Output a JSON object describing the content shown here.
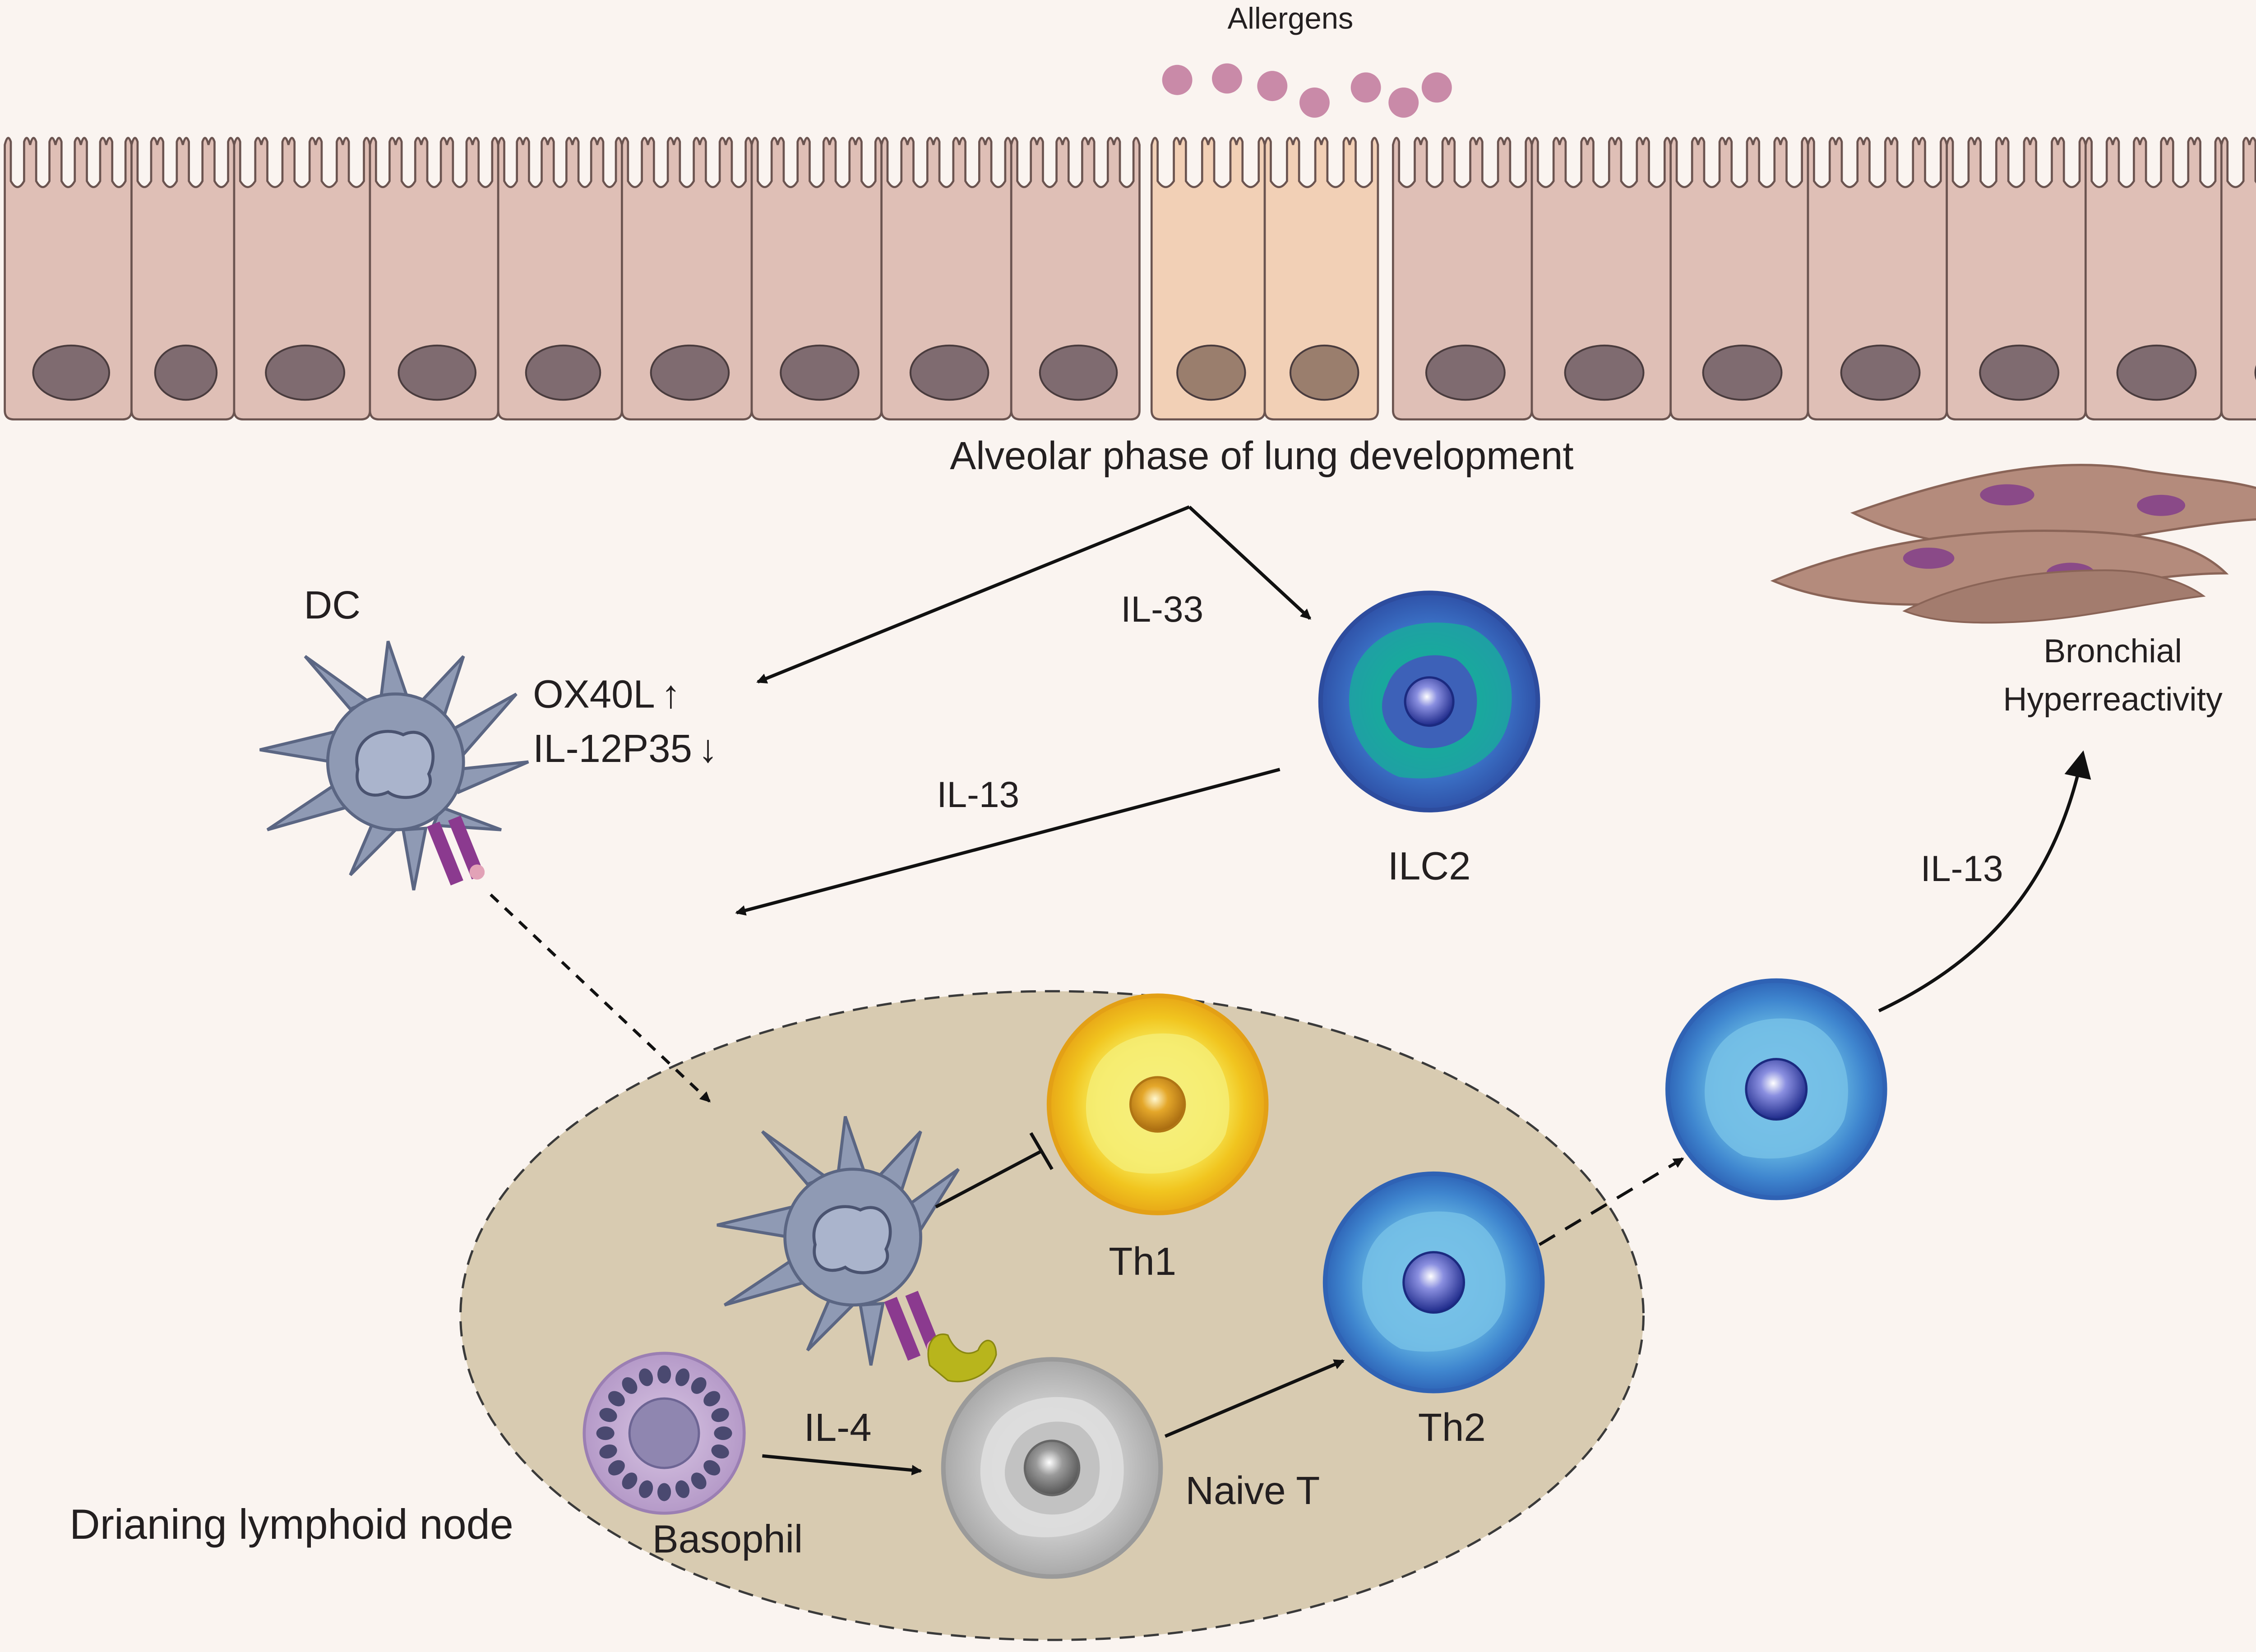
{
  "labels": {
    "allergens": "Allergens",
    "alveolar_phase": "Alveolar phase of lung development",
    "dc": "DC",
    "ox40l": "OX40L",
    "il12p35": "IL-12P35",
    "il33": "IL-33",
    "il13_ilc2": "IL-13",
    "ilc2": "ILC2",
    "bronchial_line1": "Bronchial",
    "bronchial_line2": "Hyperreactivity",
    "il13_th2": "IL-13",
    "th1": "Th1",
    "th2": "Th2",
    "il4": "IL-4",
    "naive_t": "Naive T",
    "basophil": "Basophil",
    "lymph_node": "Drianing lymphoid node"
  },
  "arrows": {
    "up": "↑",
    "down": "↓"
  },
  "colors": {
    "background": "#faf4f0",
    "epithelial_cell": "#dfbfb6",
    "activated_epithelial_cell": "#f2d0b6",
    "nucleus": "#7f6b70",
    "activated_nucleus": "#9a7e6d",
    "allergen": "#c98aa8",
    "dendritic_cell": "#8f9ab4",
    "receptor": "#8b3a8f",
    "ilc2_outer": "#3c6fc2",
    "ilc2_inner": "#13a29a",
    "th1": "#f2c51c",
    "th2": "#4f93d6",
    "naive_t": "#b3b3b3",
    "basophil": "#c2a7d1",
    "lymph_node": "#d8cbb1",
    "smooth_muscle": "#b58a7a"
  }
}
